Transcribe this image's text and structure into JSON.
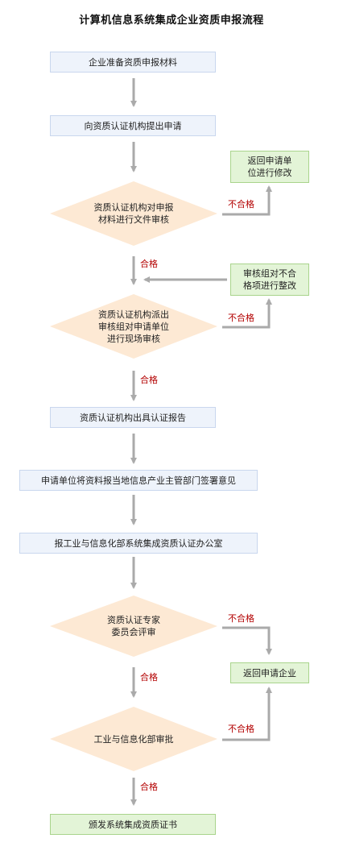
{
  "title": "计算机信息系统集成企业资质申报流程",
  "steps": {
    "prepare": "企业准备资质申报材料",
    "submit": "向资质认证机构提出申请",
    "review_docs": [
      "资质认证机构对申报",
      "材料进行文件审核"
    ],
    "return_modify": [
      "返回申请单",
      "位进行修改"
    ],
    "rectify": [
      "审核组对不合",
      "格项进行整改"
    ],
    "onsite": [
      "资质认证机构派出",
      "审核组对申请单位",
      "进行现场审核"
    ],
    "report": "资质认证机构出具认证报告",
    "local_opinion": "申请单位将资料报当地信息产业主管部门签署意见",
    "office": "报工业与信息化部系统集成资质认证办公室",
    "expert": [
      "资质认证专家",
      "委员会评审"
    ],
    "return_enterprise": "返回申请企业",
    "ministry": "工业与信息化部审批",
    "issue": "颁发系统集成资质证书"
  },
  "labels": {
    "pass": "合格",
    "fail": "不合格"
  },
  "colors": {
    "process_fill": "#eef3fb",
    "process_border": "#c9d7ee",
    "return_fill": "#e3f4d7",
    "return_border": "#a9d48c",
    "decision_fill": "#fde9d4",
    "arrow": "#aaaaaa",
    "label_text": "#b30000"
  }
}
